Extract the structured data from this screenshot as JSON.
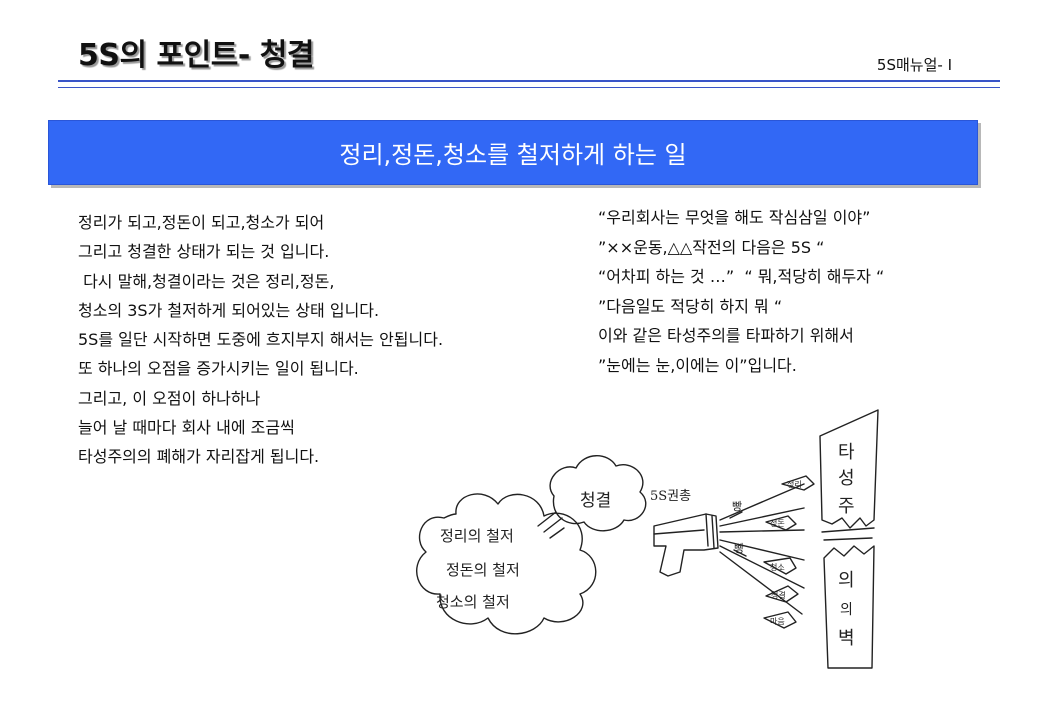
{
  "header": {
    "title": "5S의 포인트- 청결",
    "manual_label": "5S매뉴얼- Ⅰ"
  },
  "banner": {
    "text": "정리,정돈,청소를 철저하게 하는 일"
  },
  "left_paragraph": [
    "정리가 되고,정돈이 되고,청소가 되어",
    "그리고 청결한 상태가 되는 것 입니다.",
    " 다시 말해,청결이라는 것은 정리,정돈,",
    "청소의 3S가 철저하게 되어있는 상태 입니다.",
    "5S를 일단 시작하면 도중에 흐지부지 해서는 안됩니다.",
    "또 하나의 오점을 증가시키는 일이 됩니다.",
    "그리고, 이 오점이 하나하나",
    "늘어 날 때마다 회사 내에 조금씩",
    "타성주의의 폐해가 자리잡게 됩니다."
  ],
  "right_paragraph": [
    "“우리회사는 무엇을 해도 작심삼일 이야”",
    "”××운동,△△작전의 다음은 5S “",
    "“어차피 하는 것 …”  “ 뭐,적당히 해두자 “",
    "”다음일도 적당히 하지 뭐 “",
    "이와 같은 타성주의를 타파하기 위해서",
    "”눈에는 눈,이에는 이”입니다."
  ],
  "illustration": {
    "cloud_lines": [
      "정리의 철저",
      "정돈의 철저",
      "청소의 철저"
    ],
    "bubble": "청결",
    "gun_label": "5S권총",
    "bang_1": "빵",
    "bang_2": "빵",
    "bullets": [
      "정리",
      "정돈",
      "청소",
      "청결",
      "마음"
    ],
    "wall_top": [
      "타",
      "성",
      "주"
    ],
    "wall_bottom": [
      "의",
      "의",
      "벽"
    ]
  }
}
